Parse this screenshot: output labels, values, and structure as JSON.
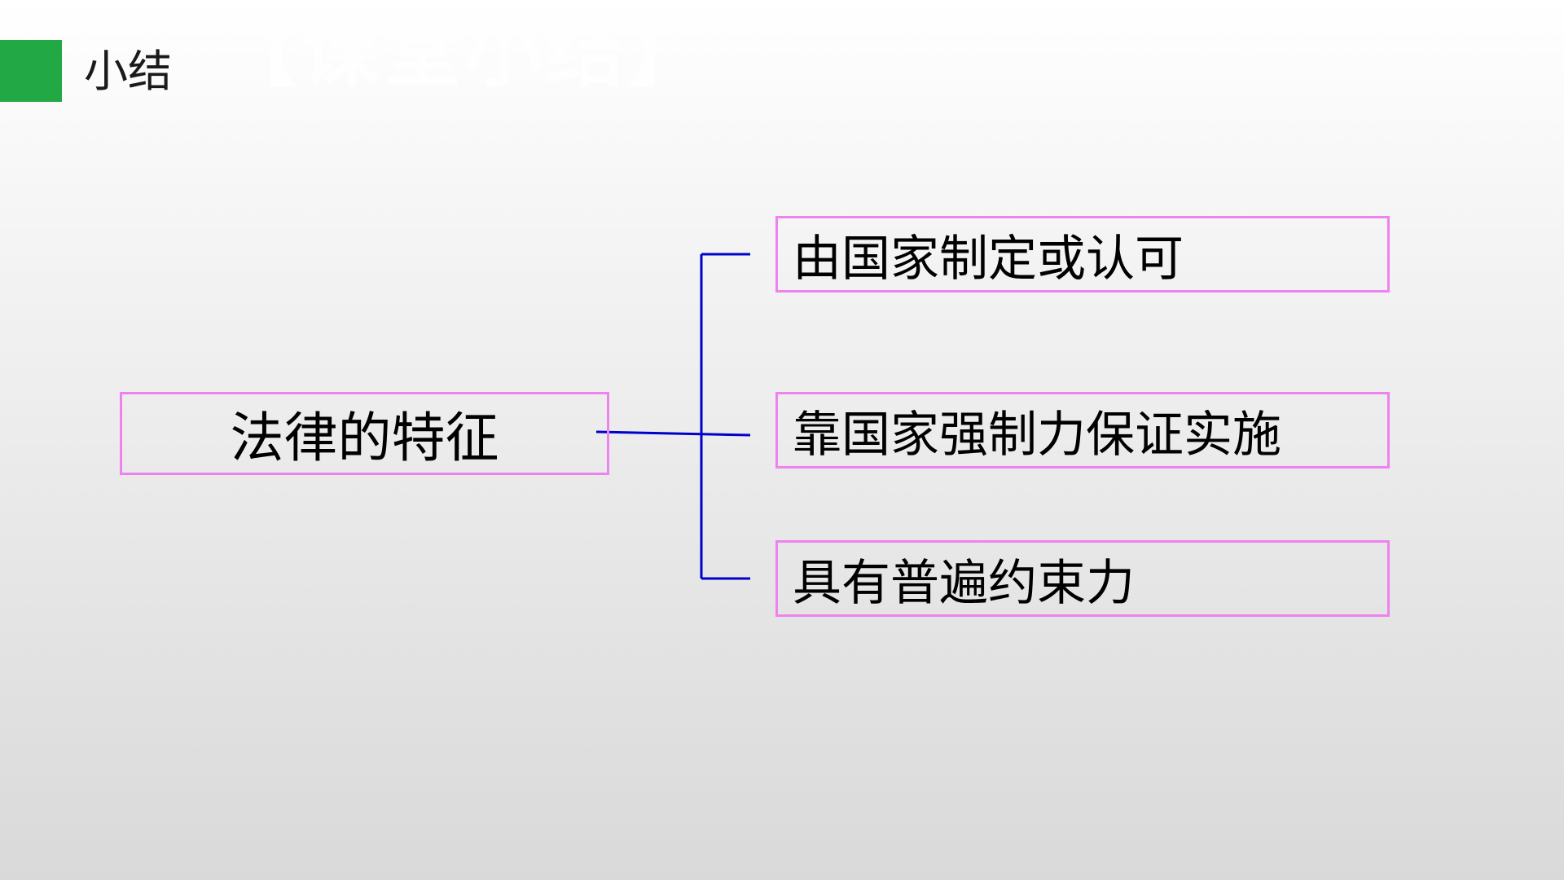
{
  "slide": {
    "section_label": "小结",
    "watermark_title": "【课堂小结】"
  },
  "diagram": {
    "root": "法律的特征",
    "branches": [
      {
        "label": "由国家制定或认可"
      },
      {
        "label": "靠国家强制力保证实施"
      },
      {
        "label": "具有普遍约束力"
      }
    ]
  },
  "colors": {
    "accent_bar": "#22a845",
    "box_border": "#ee82ee",
    "connector_line": "#0000cc"
  }
}
